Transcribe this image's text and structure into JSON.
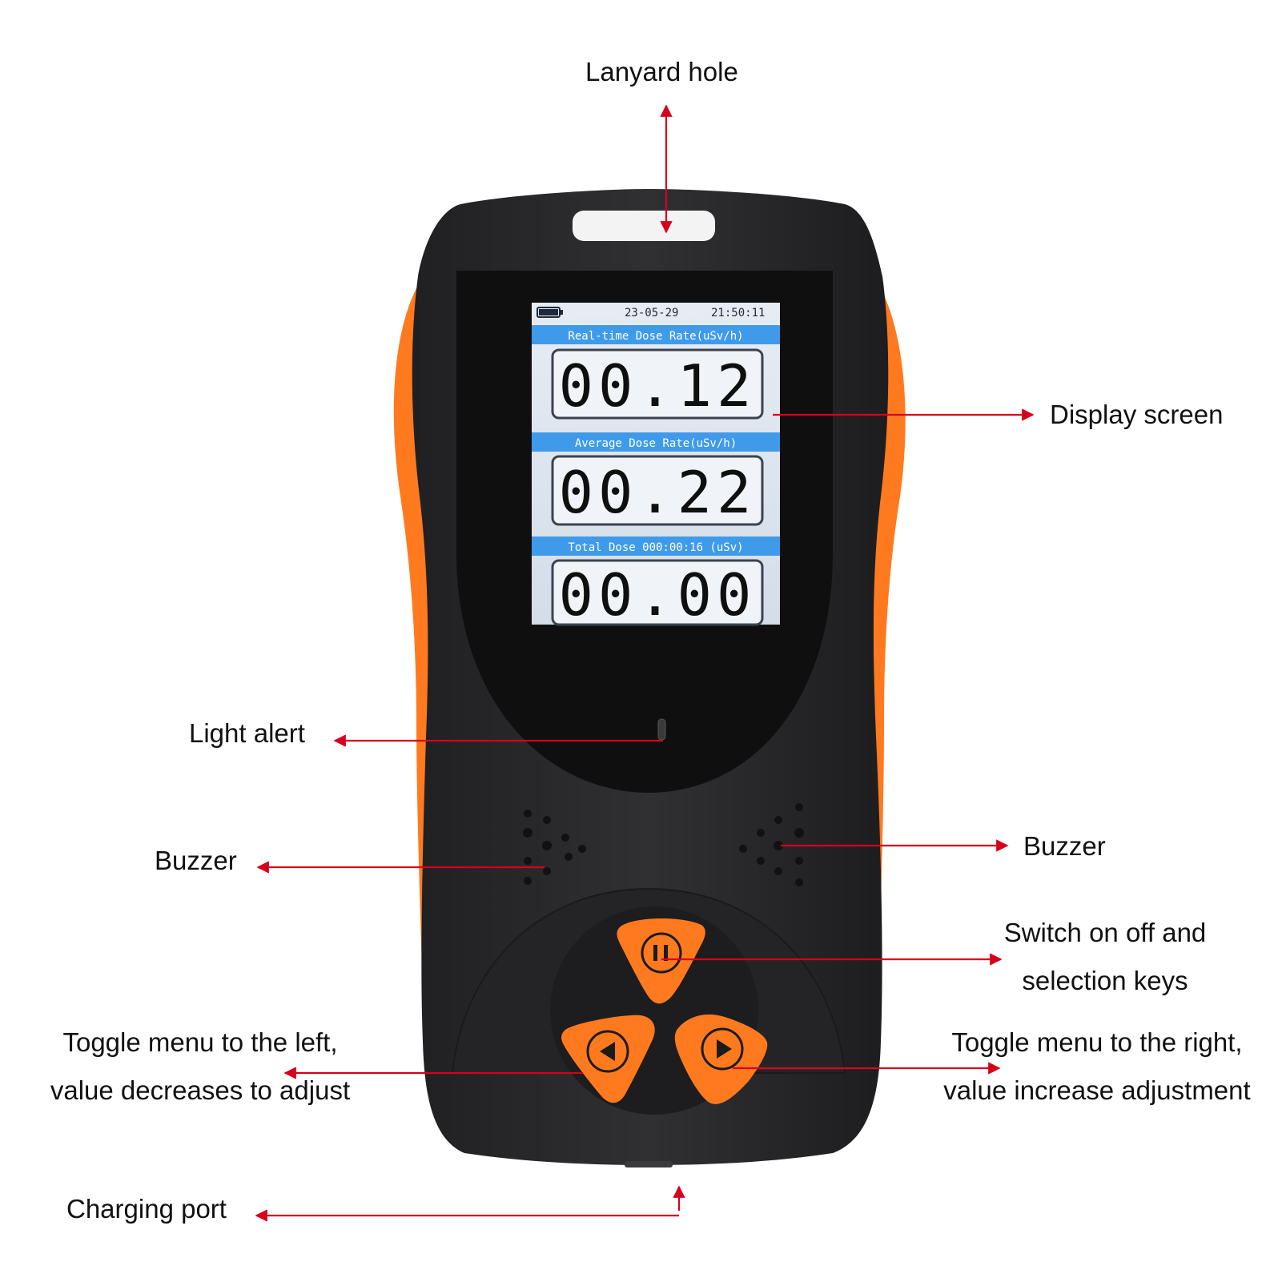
{
  "labels": {
    "lanyard_hole": "Lanyard hole",
    "display_screen": "Display screen",
    "light_alert": "Light alert",
    "buzzer_left": "Buzzer",
    "buzzer_right": "Buzzer",
    "switch_keys_line1": "Switch on off and",
    "switch_keys_line2": "selection keys",
    "toggle_left_line1": "Toggle menu to the left,",
    "toggle_left_line2": "value decreases to adjust",
    "toggle_right_line1": "Toggle menu to the right,",
    "toggle_right_line2": "value increase adjustment",
    "charging_port": "Charging port"
  },
  "screen": {
    "date": "23-05-29",
    "time": "21:50:11",
    "realtime_title": "Real-time Dose Rate(uSv/h)",
    "realtime_value": "00.12",
    "average_title": "Average Dose Rate(uSv/h)",
    "average_value": "00.22",
    "total_title": "Total Dose 000:00:16 (uSv)",
    "total_value": "00.00"
  },
  "colors": {
    "device_body": "#2a2a2c",
    "device_orange": "#ff7a1f",
    "screen_bg": "#c9d6e6",
    "screen_header": "#3f9bea",
    "arrow": "#d6001c"
  }
}
